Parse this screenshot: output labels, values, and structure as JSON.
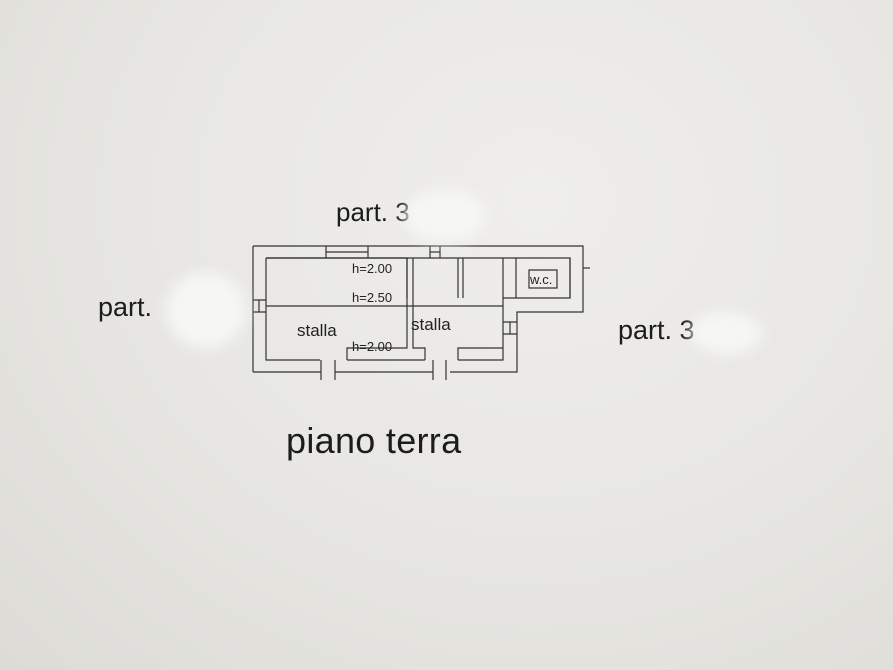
{
  "labels": {
    "parcel_top": "part. 3",
    "parcel_left": "part.",
    "parcel_right": "part. 3",
    "floor_title": "piano terra"
  },
  "plan": {
    "rooms": [
      {
        "name": "stalla"
      },
      {
        "name": "stalla"
      },
      {
        "name": "w.c."
      }
    ],
    "heights": [
      "h=2.00",
      "h=2.50",
      "h=2.00"
    ]
  },
  "colors": {
    "paper": "#e8e7e3",
    "ink": "#1c1c1c",
    "redaction": "#f6f6f5"
  }
}
